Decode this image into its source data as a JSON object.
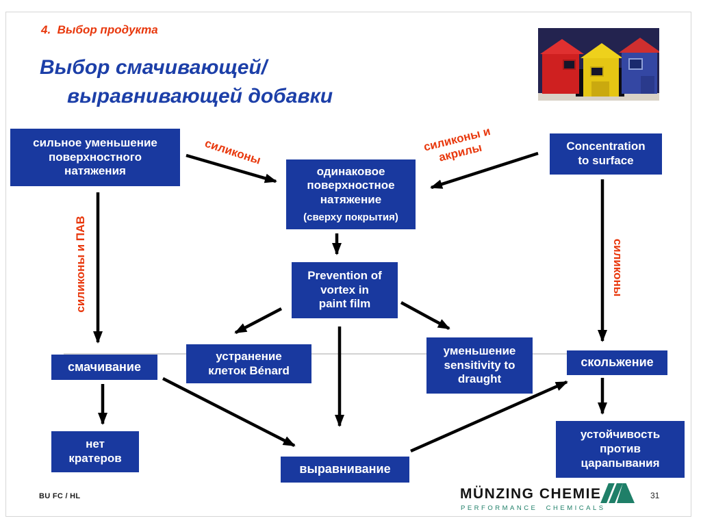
{
  "slide": {
    "kicker": "4.  Выбор продукта",
    "title_line1": "Выбор смачивающей/",
    "title_line2": "выравнивающей добавки",
    "footer_left": "BU FC / HL",
    "page_number": "31"
  },
  "logo": {
    "company": "MÜNZING CHEMIE",
    "tagline": "PERFORMANCE  CHEMICALS",
    "brand_green": "#1f7f68"
  },
  "colors": {
    "accent_red": "#e8380d",
    "node_blue": "#19399f",
    "title_blue": "#1c3fa8",
    "arrow_black": "#000000"
  },
  "diagram": {
    "nodes": {
      "strong_reduction": {
        "label": "сильное уменьшение\nповерхностного\nнатяжения"
      },
      "equal_tension": {
        "label": "одинаковое\nповерхностное\nнатяжение",
        "sublabel": "(сверху покрытия)"
      },
      "concentration": {
        "label": "Concentration\nto surface"
      },
      "prevention": {
        "label": "Prevention of\nvortex in\npaint film"
      },
      "wetting": {
        "label": "смачивание"
      },
      "benard": {
        "label": "устранение\nклеток Bénard"
      },
      "draught": {
        "label": "уменьшение\nsensitivity to\ndraught"
      },
      "sliding": {
        "label": "скольжение"
      },
      "no_craters": {
        "label": "нет\nкратеров"
      },
      "leveling": {
        "label": "выравнивание"
      },
      "scratch_resistance": {
        "label": "устойчивость\nпротив\nцарапывания"
      }
    },
    "edge_labels": {
      "silicones_diag": "силиконы",
      "silicones_acrylics": "силиконы и\nакрилы",
      "silicones_surfactants": "силиконы и ПАВ",
      "silicones_vertical": "силиконы"
    },
    "edges": [
      {
        "from": "strong_reduction",
        "to": "equal_tension",
        "label": "силиконы"
      },
      {
        "from": "strong_reduction",
        "to": "wetting",
        "label": "силиконы и ПАВ"
      },
      {
        "from": "concentration",
        "to": "equal_tension",
        "label": "силиконы и акрилы"
      },
      {
        "from": "concentration",
        "to": "sliding",
        "label": "силиконы"
      },
      {
        "from": "equal_tension",
        "to": "prevention",
        "label": ""
      },
      {
        "from": "prevention",
        "to": "benard",
        "label": ""
      },
      {
        "from": "prevention",
        "to": "leveling",
        "label": ""
      },
      {
        "from": "prevention",
        "to": "draught",
        "label": ""
      },
      {
        "from": "wetting",
        "to": "no_craters",
        "label": ""
      },
      {
        "from": "wetting",
        "to": "leveling",
        "label": ""
      },
      {
        "from": "leveling",
        "to": "sliding",
        "label": ""
      },
      {
        "from": "sliding",
        "to": "scratch_resistance",
        "label": ""
      }
    ]
  }
}
